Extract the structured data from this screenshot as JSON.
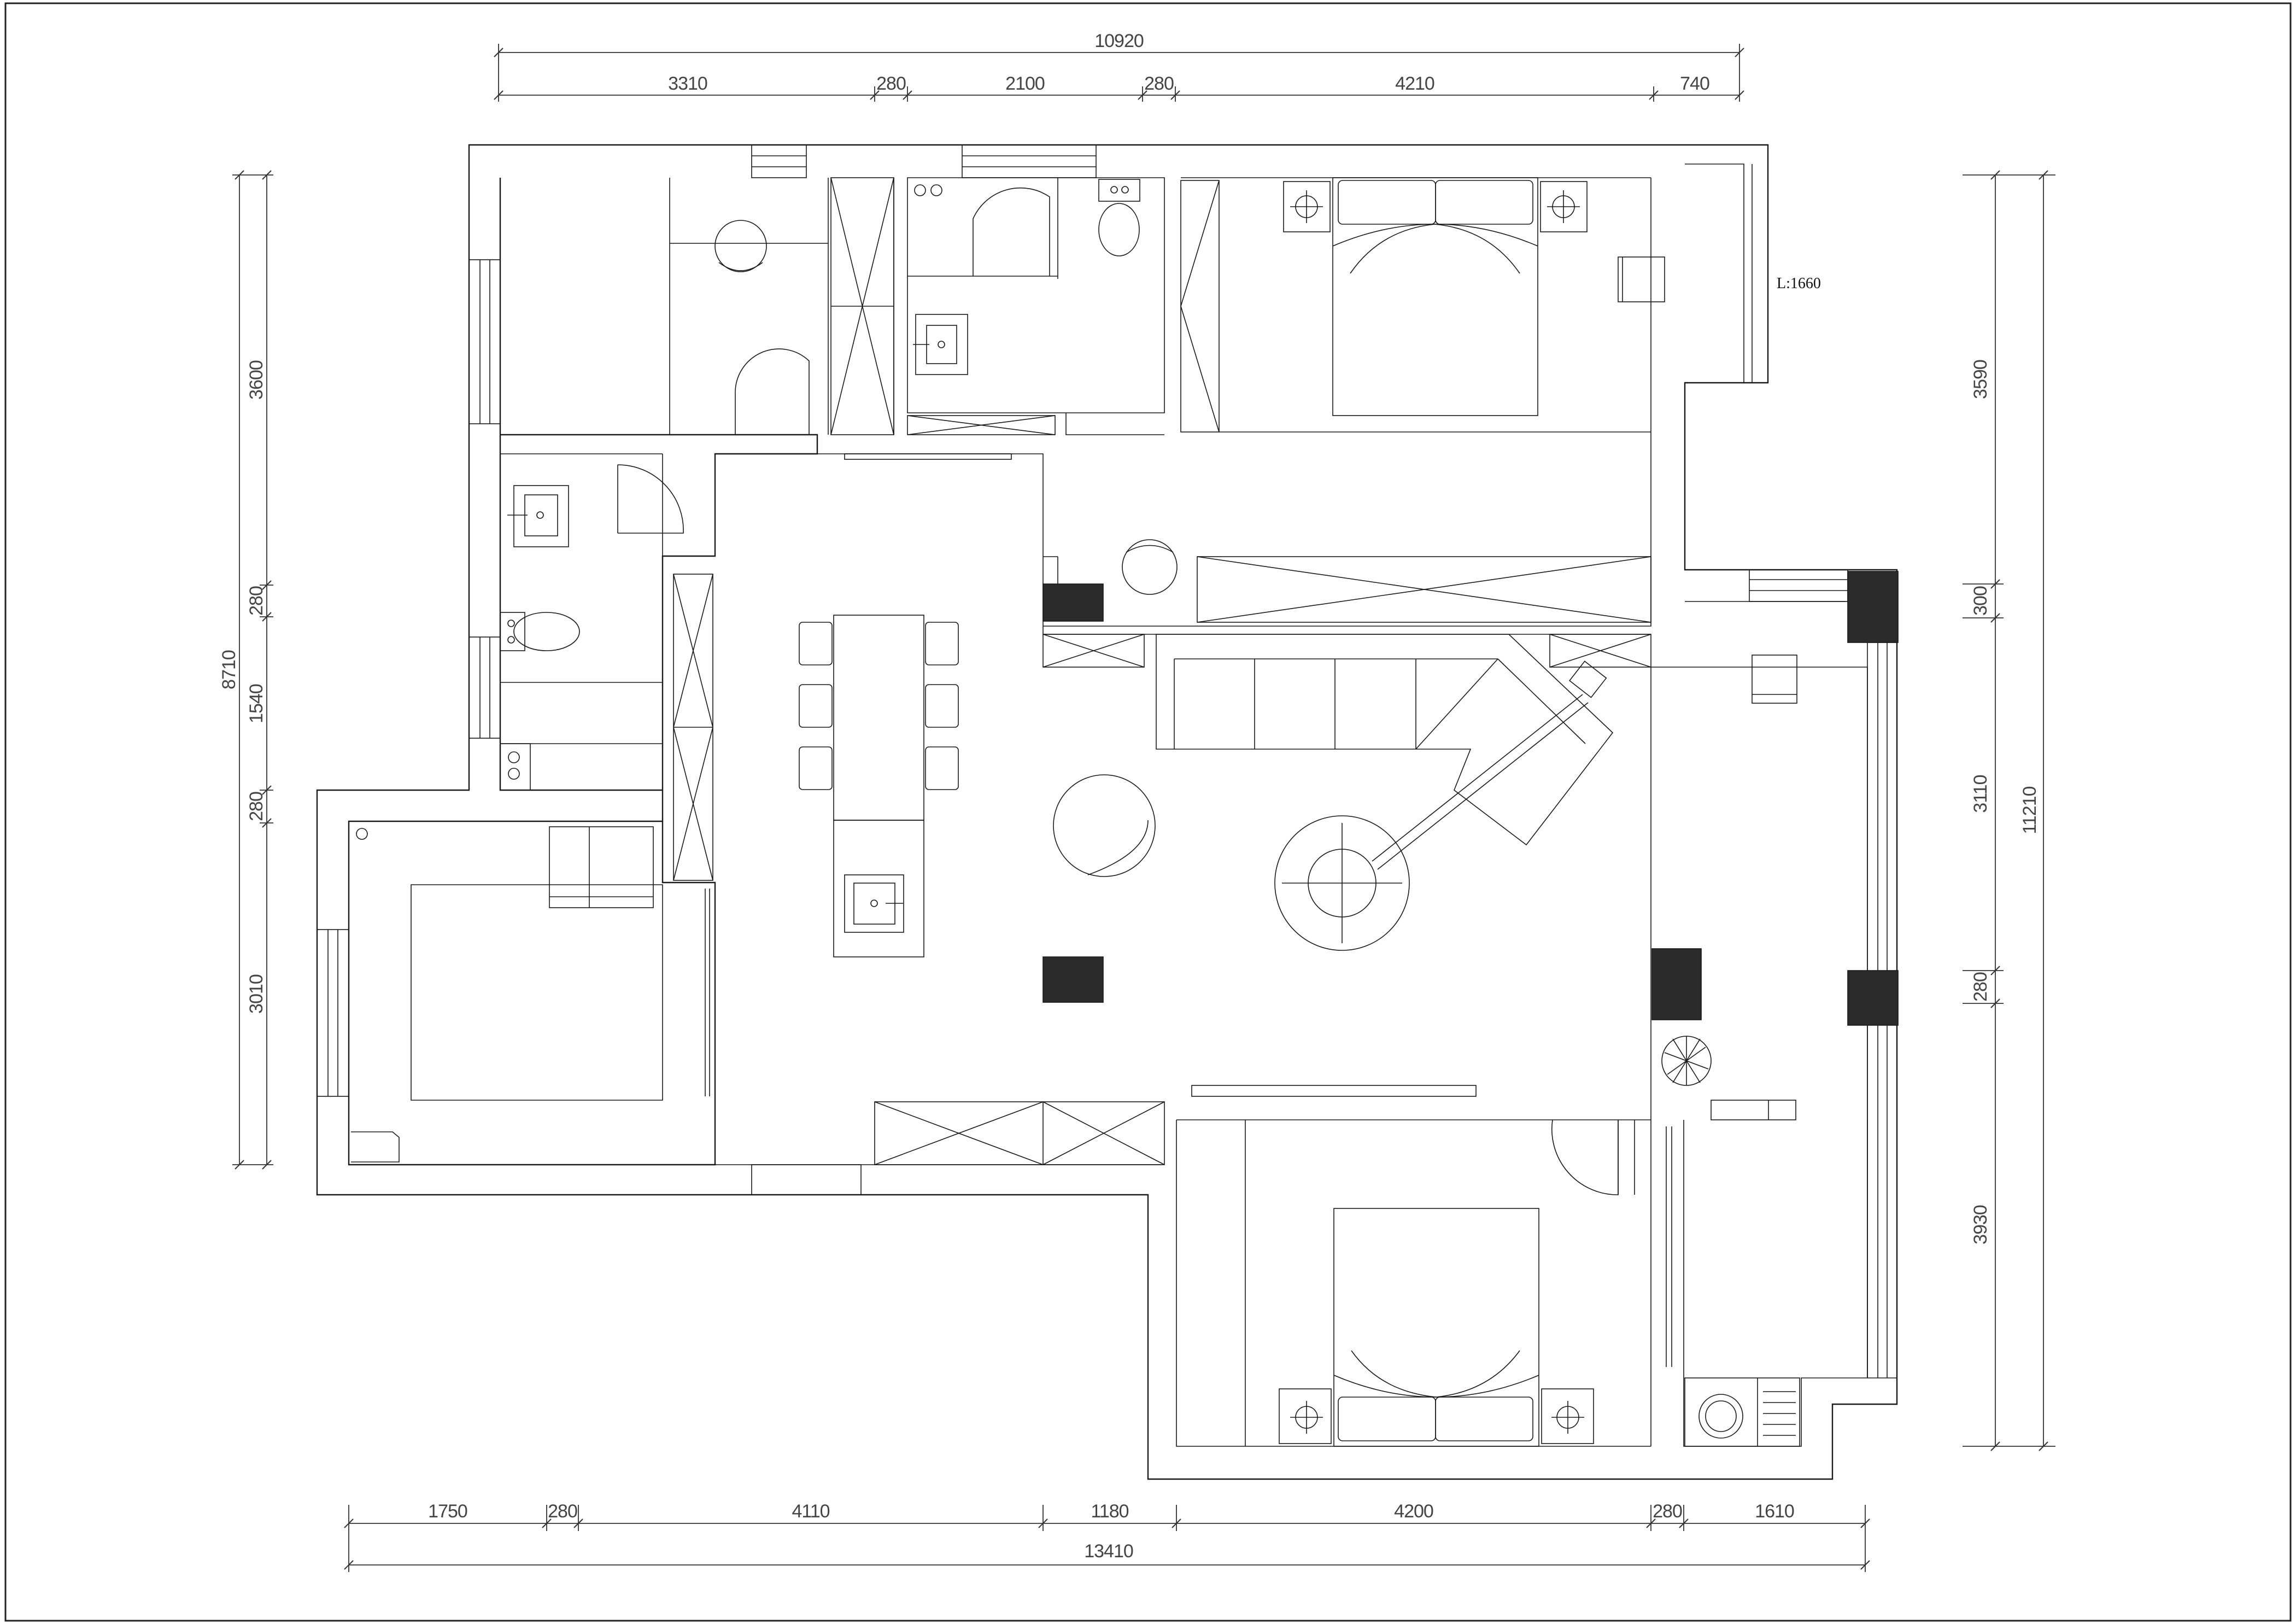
{
  "dimensions": {
    "top": {
      "overall": "10920",
      "segments": [
        "3310",
        "280",
        "2100",
        "280",
        "4210",
        "740"
      ]
    },
    "bottom": {
      "overall": "13410",
      "segments": [
        "1750",
        "280",
        "4110",
        "1180",
        "4200",
        "280",
        "1610"
      ]
    },
    "left": {
      "overall": "8710",
      "segments": [
        "3600",
        "280",
        "1540",
        "280",
        "3010"
      ]
    },
    "right": {
      "overall": "11210",
      "segments": [
        "3590",
        "300",
        "3110",
        "280",
        "3930"
      ]
    }
  },
  "notes": {
    "balcony_length": "L:1660"
  },
  "colors": {
    "line": "#1a1a1a",
    "column_fill": "#2b2b2b",
    "background": "#ffffff"
  }
}
